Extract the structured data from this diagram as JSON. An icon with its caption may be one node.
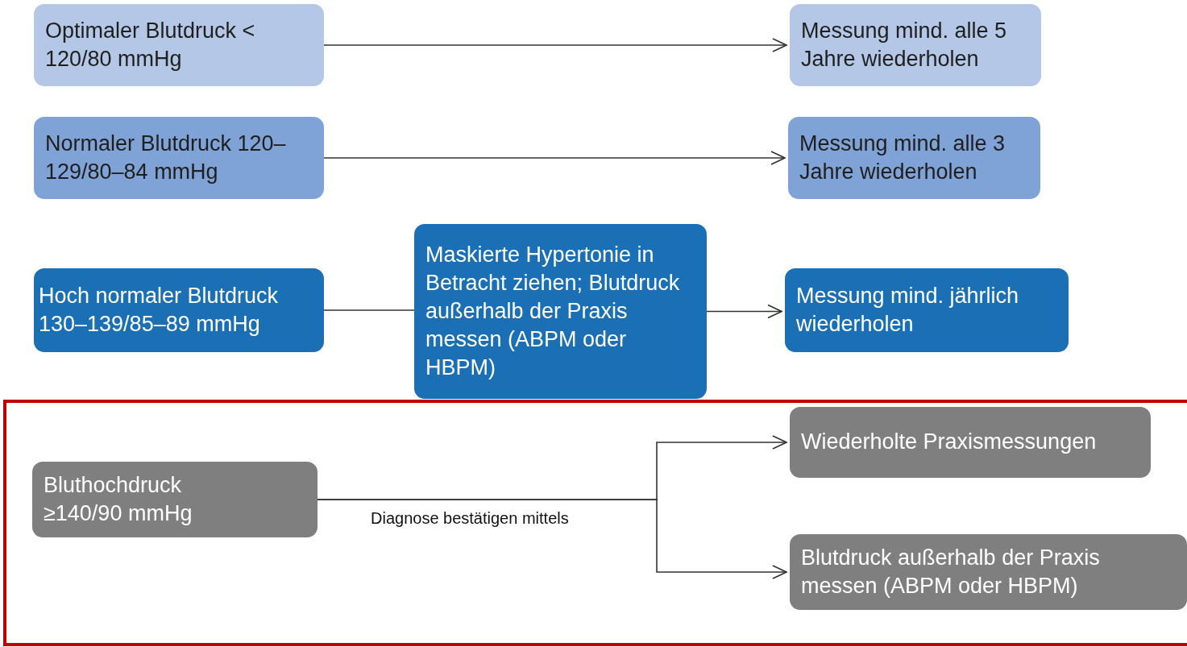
{
  "diagram": {
    "nodes": [
      {
        "text": [
          "Optimaler Blutdruck < 120/80 mmHg"
        ]
      },
      {
        "text": [
          "Messung mind. alle 5 Jahre wiederholen"
        ]
      },
      {
        "text": [
          "Normaler Blutdruck 120–129/80–84 mmHg"
        ]
      },
      {
        "text": [
          "Messung mind. alle 3 Jahre wiederholen"
        ]
      },
      {
        "text": [
          "Hoch normaler Blutdruck 130–139/85–89 mmHg"
        ]
      },
      {
        "text": [
          "Maskierte Hypertonie in Betracht ziehen; Blutdruck außerhalb der Praxis messen (ABPM oder HBPM)"
        ]
      },
      {
        "text": [
          "Messung mind. jährlich wiederholen"
        ]
      },
      {
        "text": [
          "Bluthochdruck ≥140/90 mmHg"
        ]
      },
      {
        "text": [
          "Wiederholte Praxismessungen"
        ]
      },
      {
        "text": [
          "Blutdruck außerhalb der Praxis messen (ABPM oder HBPM)"
        ]
      }
    ],
    "edges": [
      {
        "from": 0,
        "to": 1,
        "arrow": "to"
      },
      {
        "from": 2,
        "to": 3,
        "arrow": "to"
      },
      {
        "from": 4,
        "to": 5,
        "arrow": "none"
      },
      {
        "from": 5,
        "to": 6,
        "arrow": "to"
      },
      {
        "from": 7,
        "to": 8,
        "arrow": "to",
        "label": "Diagnose bestätigen mittels"
      },
      {
        "from": 7,
        "to": 9,
        "arrow": "to"
      }
    ]
  }
}
